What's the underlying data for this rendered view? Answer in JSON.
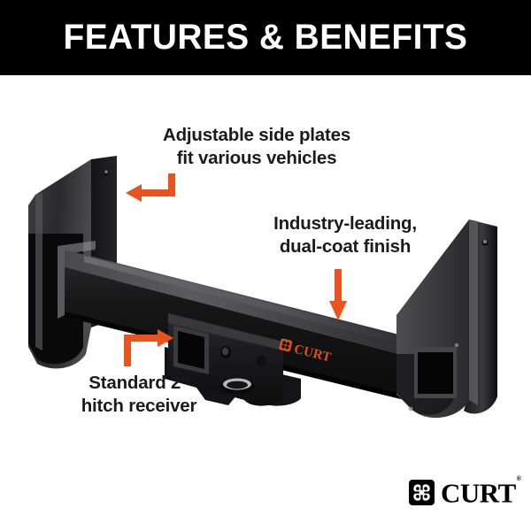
{
  "header": {
    "title": "FEATURES & BENEFITS",
    "background_color": "#000000",
    "text_color": "#FFFFFF"
  },
  "accent_color": "#E8531E",
  "callouts": [
    {
      "id": "adjustable-side-plates",
      "line1": "Adjustable side plates",
      "line2": "fit various vehicles",
      "arrow": "left"
    },
    {
      "id": "dual-coat-finish",
      "line1": "Industry-leading,",
      "line2": "dual-coat finish",
      "arrow": "down"
    },
    {
      "id": "hitch-receiver",
      "line1": "Standard 2\"",
      "line2": "hitch receiver",
      "arrow": "right"
    }
  ],
  "product": {
    "name": "trailer-hitch-receiver",
    "body_color": "#1a1a1a",
    "emboss_logo_text": "CURT",
    "emboss_logo_color": "#D9521F"
  },
  "brand": {
    "wordmark": "CURT",
    "registered_mark": "®",
    "mark_icon": "curt-clover-icon"
  }
}
